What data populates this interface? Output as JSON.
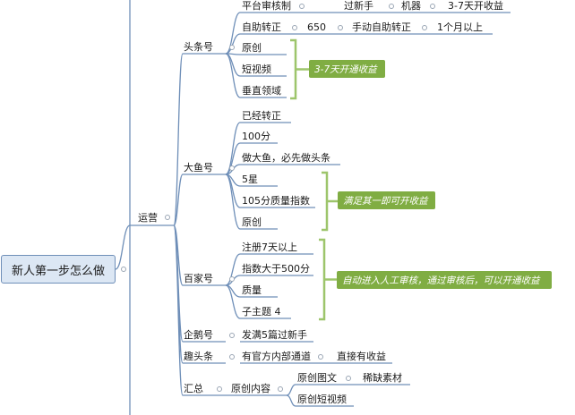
{
  "root": "新人第一步怎么做",
  "yunying": "运营",
  "toutiao": {
    "label": "头条号",
    "row1": [
      "平台审核制",
      "过新手",
      "机器",
      "3-7天开收益"
    ],
    "row2": [
      "自助转正",
      "650",
      "手动自助转正",
      "1个月以上"
    ],
    "items": [
      "原创",
      "短视频",
      "垂直领域"
    ],
    "callout": "3-7天开通收益"
  },
  "dayu": {
    "label": "大鱼号",
    "items": [
      "已经转正",
      "100分",
      "做大鱼，必先做头条",
      "5星",
      "105分质量指数",
      "原创"
    ],
    "callout": "满足其一即可开收益"
  },
  "baijia": {
    "label": "百家号",
    "items": [
      "注册7天以上",
      "指数大于500分",
      "质量",
      "子主题 4"
    ],
    "callout": "自动进入人工审核，通过审核后，可以开通收益"
  },
  "qie": {
    "label": "企鹅号",
    "item": "发满5篇过新手"
  },
  "qutou": {
    "label": "趣头条",
    "item": "有官方内部通道",
    "sub": "直接有收益"
  },
  "huizong": {
    "label": "汇总",
    "child": "原创内容",
    "item1": "原创图文",
    "item1sub": "稀缺素材",
    "item2": "原创短视频"
  },
  "colors": {
    "line": "#6f8fb8",
    "bracket": "#9dc56b",
    "callout": "#80ad43",
    "root_fill": "#dce7f4"
  }
}
